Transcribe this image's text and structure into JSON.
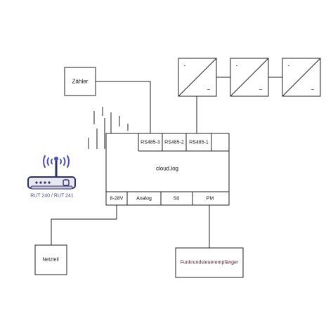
{
  "diagram": {
    "colors": {
      "line": "#222222",
      "router_outline": "#2c2f6e",
      "router_fill": "#e8e8ee",
      "router_antenna": "#4a4fbf",
      "funk_text": "#5a2030",
      "router_text": "#4a4d8e"
    },
    "nodes": {
      "zaehler": "Zähler",
      "netzteil": "Netzteil",
      "funk": "Funkrundsteuerempfänger",
      "router": "RUT 240 / RUT 241",
      "cloudlog": {
        "title": "cloud.log",
        "ports_top": [
          "RS485-3",
          "RS485-2",
          "RS485-1"
        ],
        "ports_bottom": [
          "8-28V",
          "Analog",
          "S0",
          "PM"
        ]
      }
    },
    "inverters": [
      {
        "dc_symbol": "-",
        "ac_symbol": "~"
      },
      {
        "dc_symbol": "-",
        "ac_symbol": "~"
      },
      {
        "dc_symbol": "-",
        "ac_symbol": "~"
      }
    ],
    "icons": [
      "router-icon",
      "signal-waves-icon",
      "inverter-icon"
    ]
  }
}
